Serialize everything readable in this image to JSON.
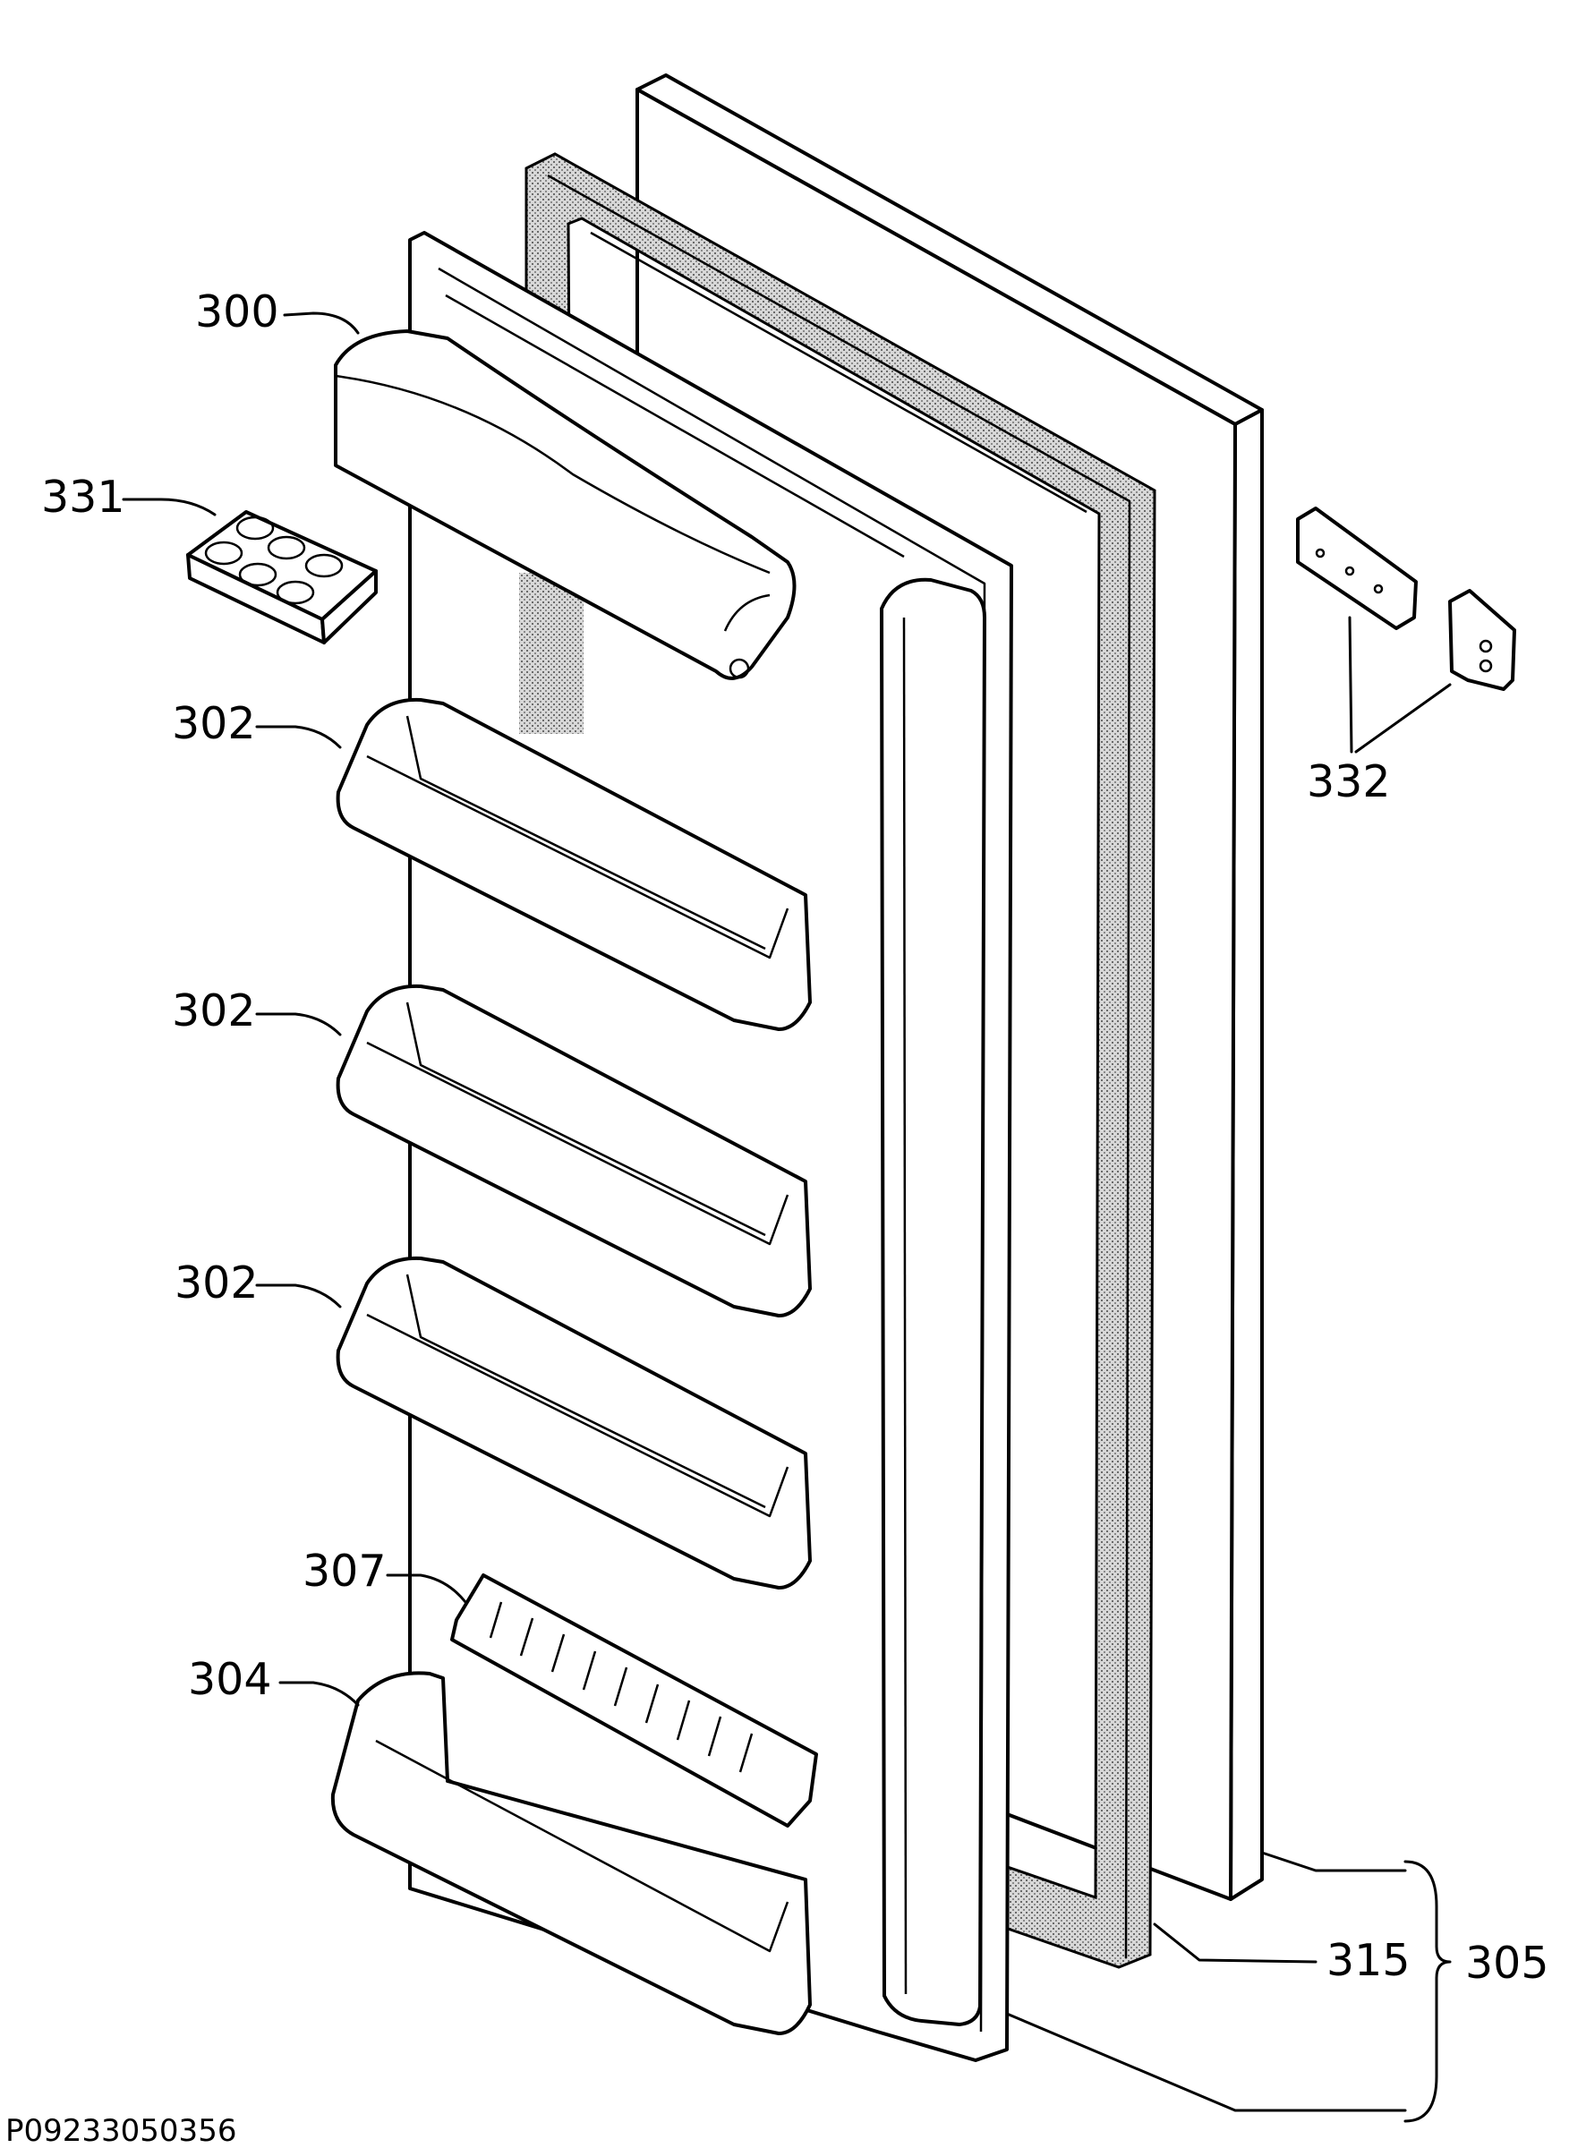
{
  "labels": {
    "door_handle": "300",
    "egg_tray": "331",
    "shelf_top": "302",
    "shelf_mid": "302",
    "shelf_low": "302",
    "rack": "307",
    "bottle_shelf": "304",
    "hinge": "332",
    "gasket": "315",
    "door_assembly": "305"
  },
  "drawing_code": "P09233050356"
}
